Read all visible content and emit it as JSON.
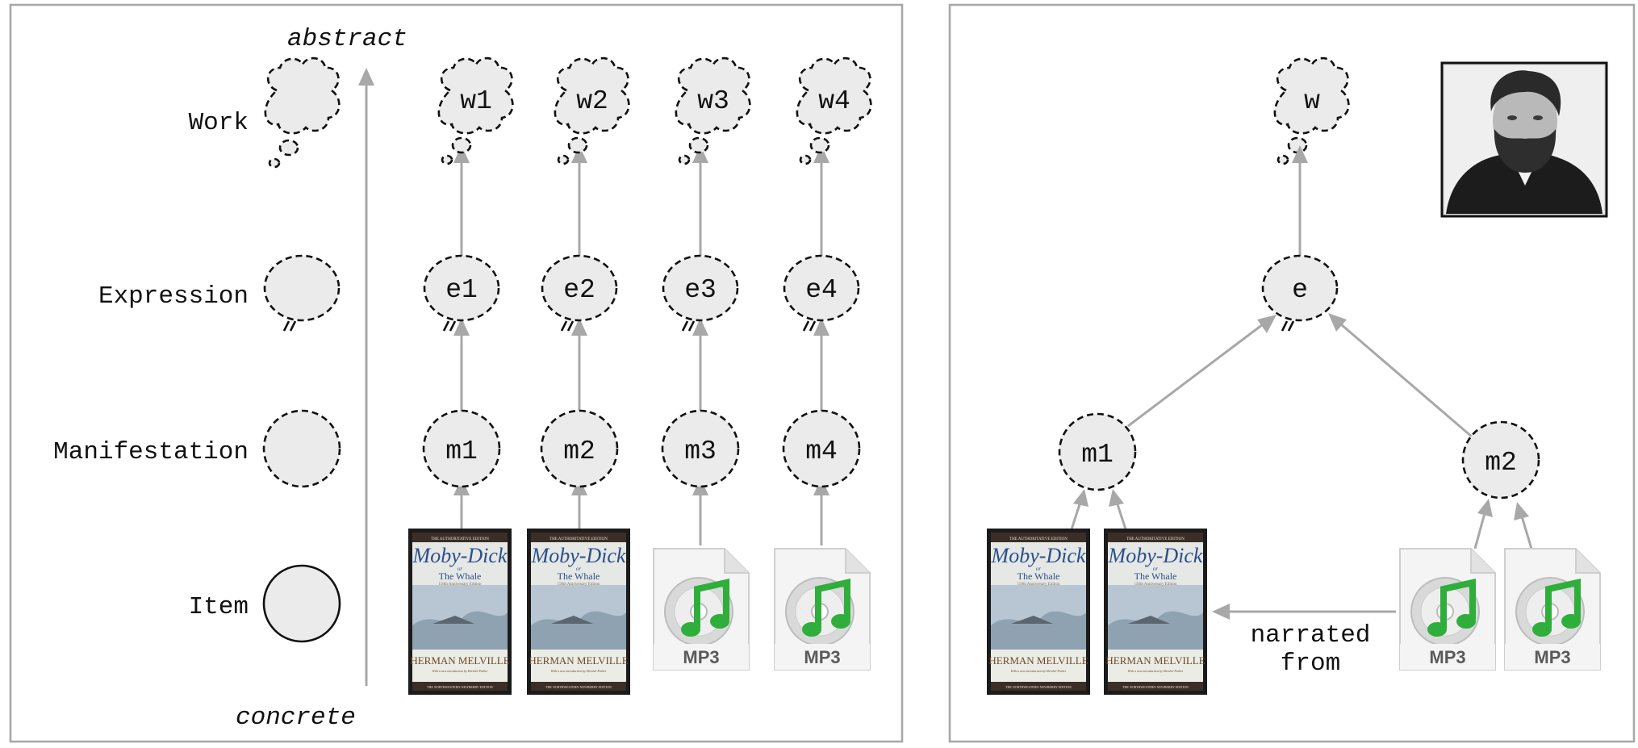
{
  "left_panel": {
    "axis": {
      "top_label": "abstract",
      "bottom_label": "concrete"
    },
    "levels": [
      {
        "key": "work",
        "label": "Work"
      },
      {
        "key": "expression",
        "label": "Expression"
      },
      {
        "key": "manifestation",
        "label": "Manifestation"
      },
      {
        "key": "item",
        "label": "Item"
      }
    ],
    "columns": [
      {
        "work": "w1",
        "expression": "e1",
        "manifestation": "m1",
        "item": "book"
      },
      {
        "work": "w2",
        "expression": "e2",
        "manifestation": "m2",
        "item": "book"
      },
      {
        "work": "w3",
        "expression": "e3",
        "manifestation": "m3",
        "item": "mp3"
      },
      {
        "work": "w4",
        "expression": "e4",
        "manifestation": "m4",
        "item": "mp3"
      }
    ]
  },
  "right_panel": {
    "work": "w",
    "expression": "e",
    "manifestations": [
      "m1",
      "m2"
    ],
    "relationship_label": {
      "line1": "narrated",
      "line2": "from"
    },
    "portrait": "author-portrait"
  },
  "book_cover": {
    "top_line": "THE AUTHORITATIVE EDITION",
    "title": "Moby-Dick",
    "or": "or",
    "subtitle": "The Whale",
    "edition": "150th Anniversary Edition",
    "author": "HERMAN MELVILLE",
    "intro": "With a new introduction by Hershel Parker",
    "publisher": "THE NORTHWESTERN-NEWBERRY EDITION"
  },
  "mp3_icon": {
    "label": "MP3"
  },
  "colors": {
    "node_fill": "#ebebeb",
    "node_stroke": "#111111",
    "arrow": "#a8a8a8",
    "panel_border": "#a8a8a8",
    "cover_title": "#2a4f8a",
    "mp3_note": "#2fae3c"
  }
}
